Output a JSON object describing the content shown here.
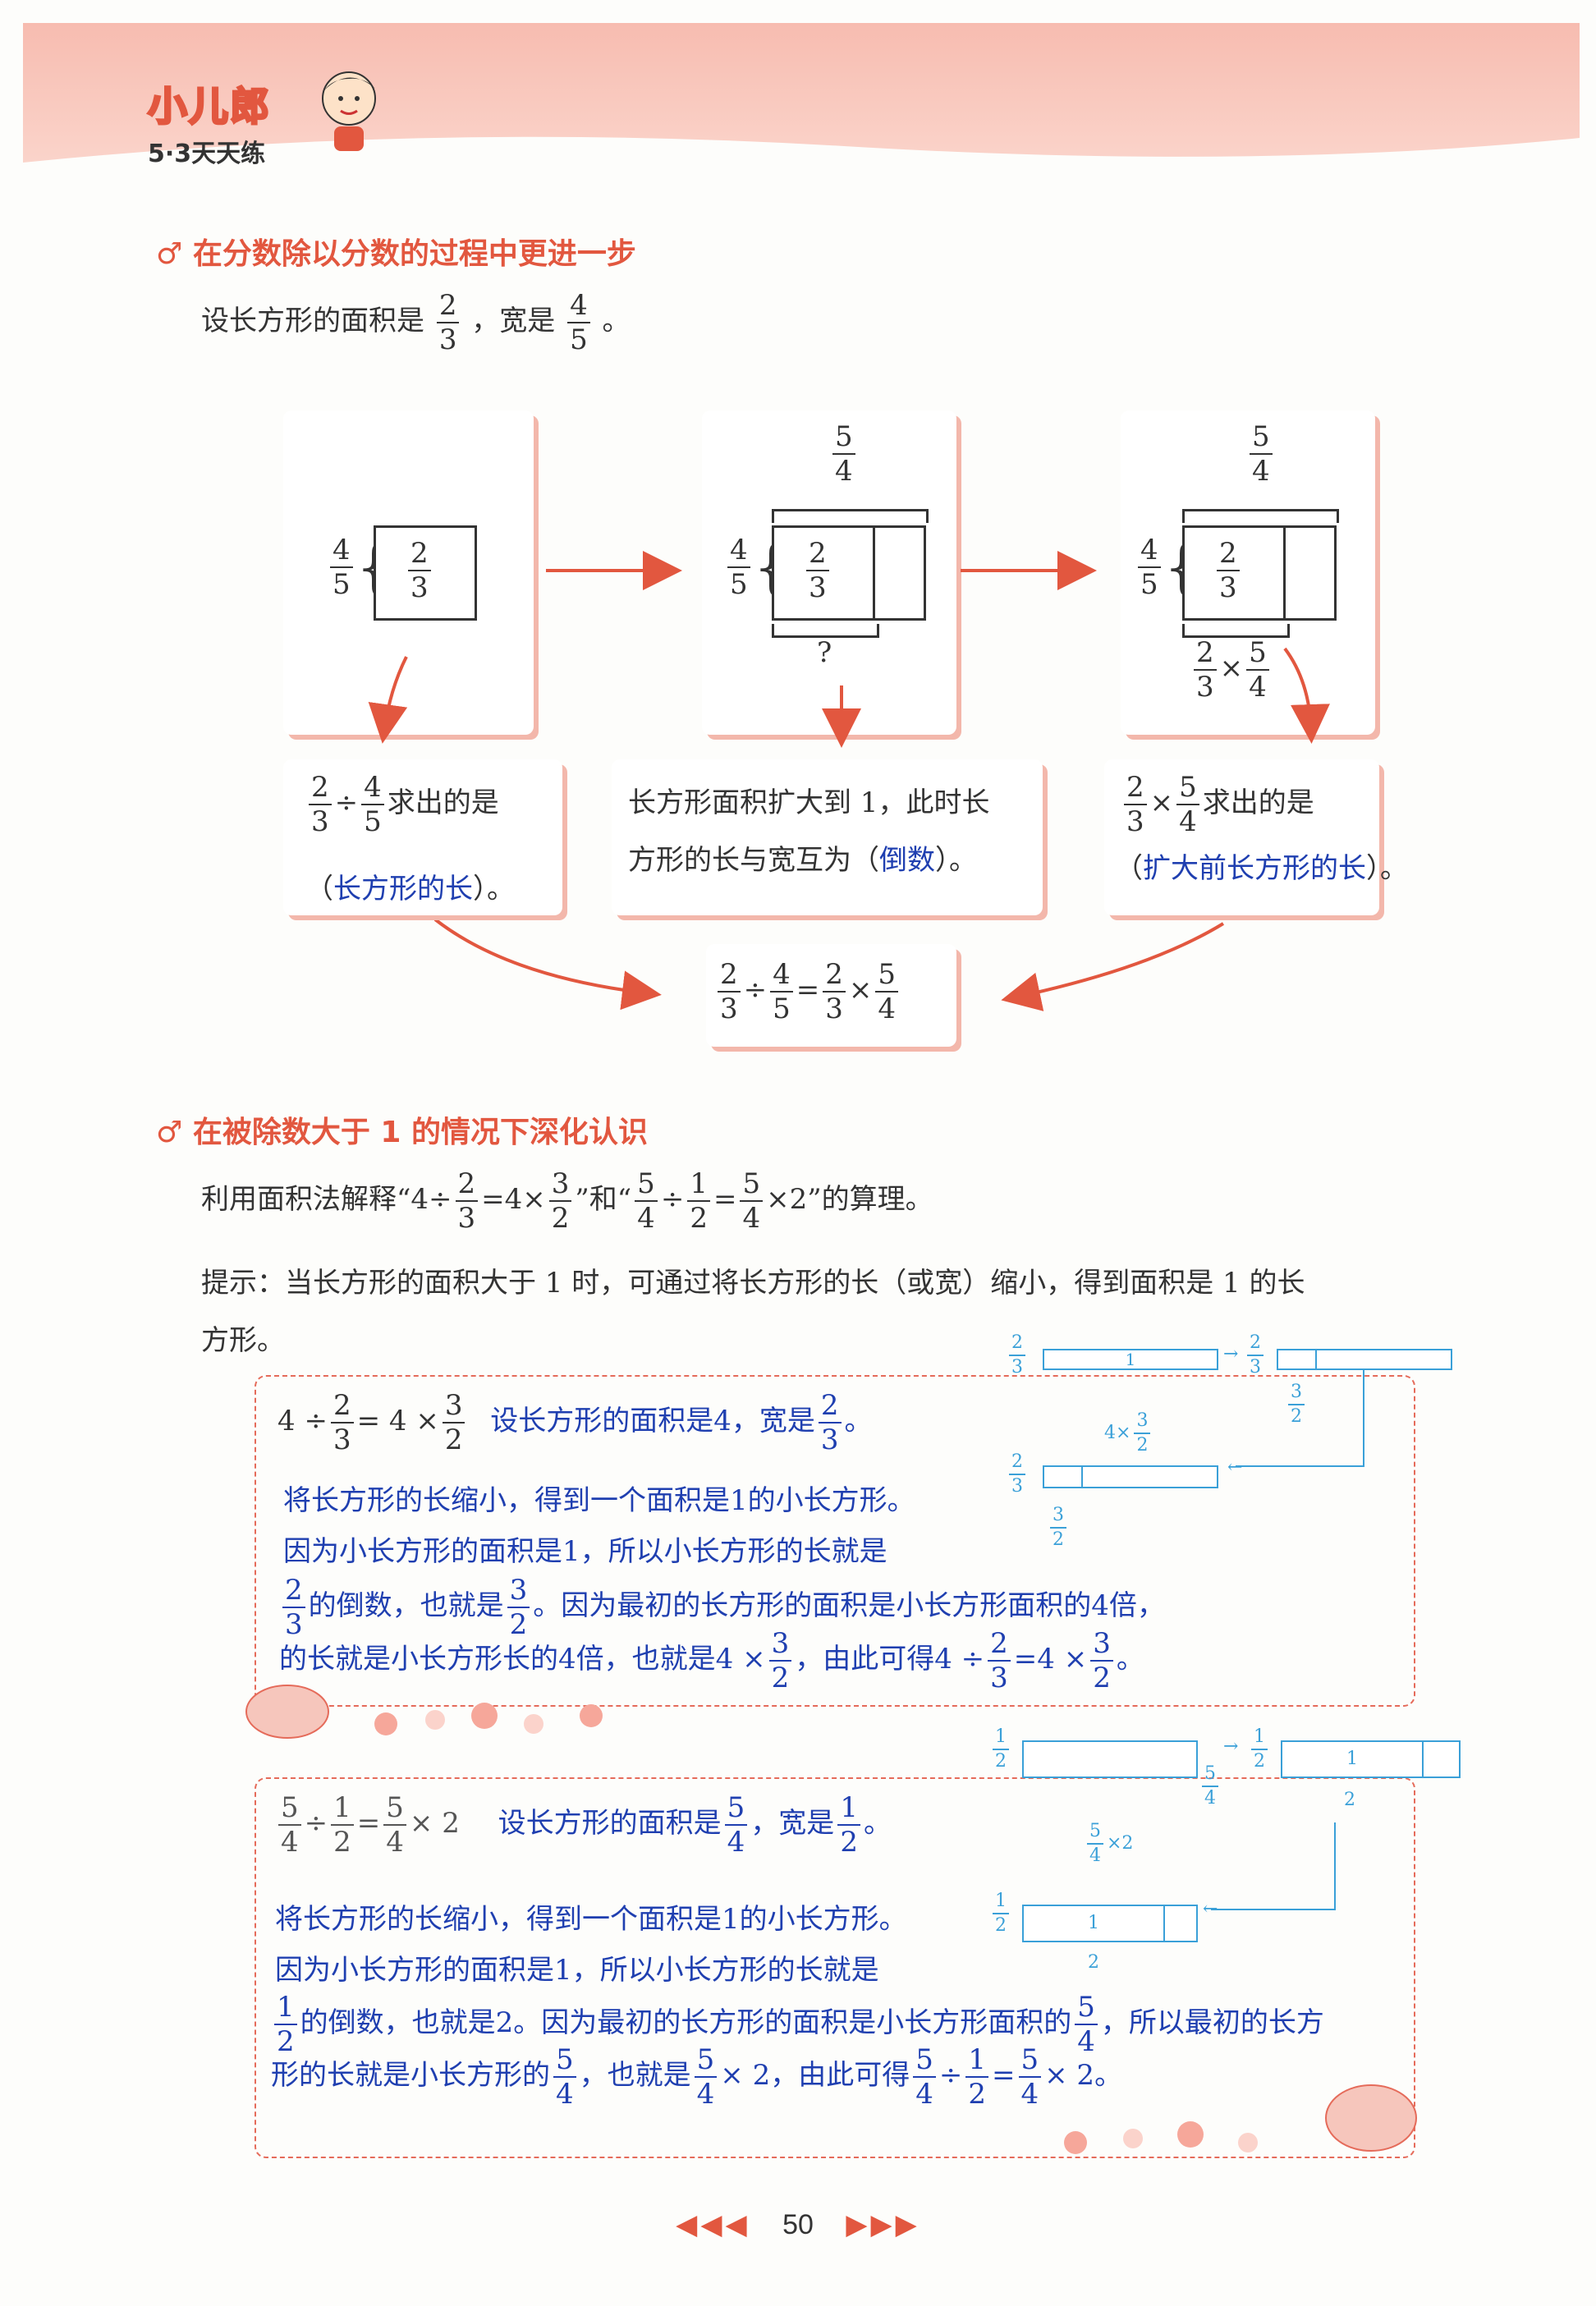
{
  "header": {
    "brand_top": "小儿郎",
    "brand_bottom": "5·3天天练"
  },
  "section1": {
    "title": "在分数除以分数的过程中更进一步",
    "intro_prefix": "设长方形的面积是",
    "intro_mid": "，宽是",
    "intro_end": "。",
    "area": {
      "num": "2",
      "den": "3"
    },
    "width": {
      "num": "4",
      "den": "5"
    },
    "five_fourths": {
      "num": "5",
      "den": "4"
    },
    "question_mark": "?",
    "times_sign": "×",
    "box1_suffix": "求出的是",
    "box1_answer": "长方形的长",
    "box1_close": "）。",
    "box2_line1": "长方形面积扩大到 1，此时长",
    "box2_line2_prefix": "方形的长与宽互为（",
    "box2_answer": "倒数",
    "box2_close": "）。",
    "box3_suffix": "求出的是",
    "box3_answer": "扩大前长方形的长",
    "box3_close": "）。",
    "open_paren": "（",
    "div_sign": "÷",
    "eq_sign": "="
  },
  "section2": {
    "title": "在被除数大于 1 的情况下深化认识",
    "task": "利用面积法解释“4÷",
    "task_mid1": "=4×",
    "task_mid2": "”和“",
    "task_mid3": "=",
    "task_end": "×2”的算理。",
    "hint_line1": "提示：当长方形的面积大于 1 时，可通过将长方形的长（或宽）缩小，得到面积是 1 的长",
    "hint_line2": "方形。",
    "card1": {
      "eq_prefix": "4 ÷",
      "eq_mid": "= 4 ×",
      "intro": "设长方形的面积是4，宽是",
      "line2": "将长方形的长缩小，得到一个面积是1的小长方形。",
      "line3": "因为小长方形的面积是1，所以小长方形的长就是",
      "line4_mid": "的倒数，也就是",
      "line4_end": "。因为最初的长方形的面积是小长方形面积的4倍，",
      "line5_prefix": "的长就是小长方形长的4倍，也就是4 ×",
      "line5_mid": "，由此可得4 ÷",
      "line5_eq": "=4 ×",
      "line5_end": "。",
      "diag_one": "1",
      "diag_label": "4×"
    },
    "card2": {
      "eq_end": "× 2",
      "intro": "设长方形的面积是",
      "intro_mid": "，宽是",
      "line2": "将长方形的长缩小，得到一个面积是1的小长方形。",
      "line3": "因为小长方形的面积是1，所以小长方形的长就是",
      "line4_mid": "的倒数，也就是2。因为最初的长方形的面积是小长方形面积的",
      "line4_end": "，所以最初的长方",
      "line5_prefix": "形的长就是小长方形的",
      "line5_mid": "，也就是",
      "line5_mid2": "× 2，由此可得",
      "line5_end": "× 2。",
      "diag_one": "1",
      "diag_two": "2",
      "diag_label": "×2"
    },
    "half": {
      "num": "1",
      "den": "2"
    },
    "two_thirds": {
      "num": "2",
      "den": "3"
    },
    "three_halves": {
      "num": "3",
      "den": "2"
    },
    "five_fourths": {
      "num": "5",
      "den": "4"
    }
  },
  "footer": {
    "page_number": "50"
  },
  "colors": {
    "accent": "#e2573f",
    "answer_blue": "#1f3fb0",
    "diagram_blue": "#3aa0d8",
    "box_shadow": "#f3b7ab"
  }
}
